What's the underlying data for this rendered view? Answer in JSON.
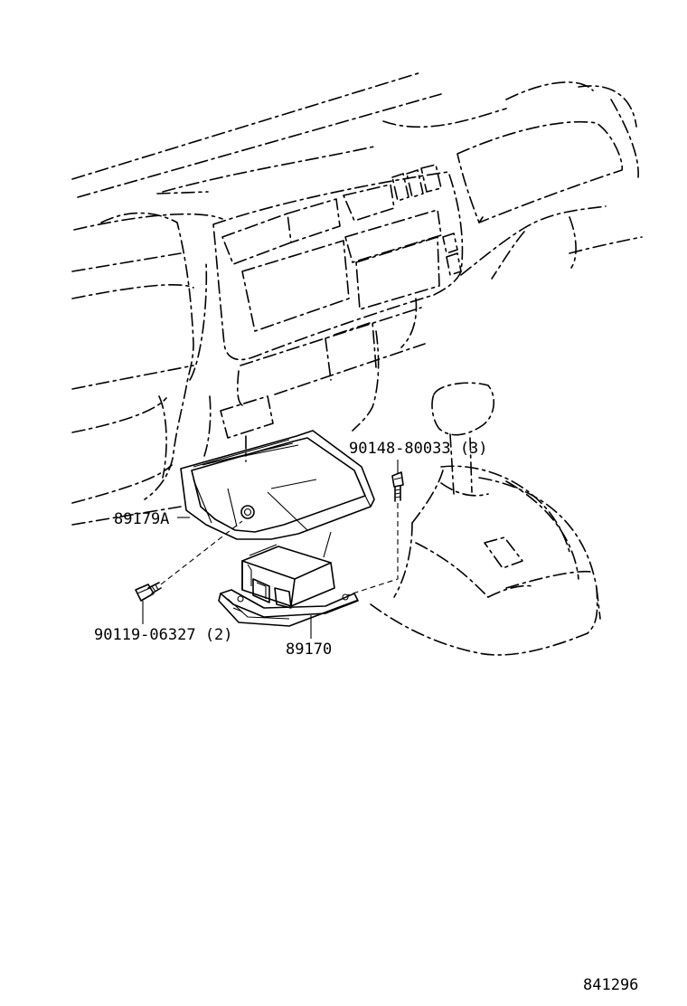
{
  "diagram": {
    "callouts": {
      "bolt_upper": "90148-80033 (3)",
      "bracket": "89179A",
      "bolt_lower": "90119-06327 (2)",
      "sensor": "89170"
    },
    "figure_number": "841296"
  }
}
